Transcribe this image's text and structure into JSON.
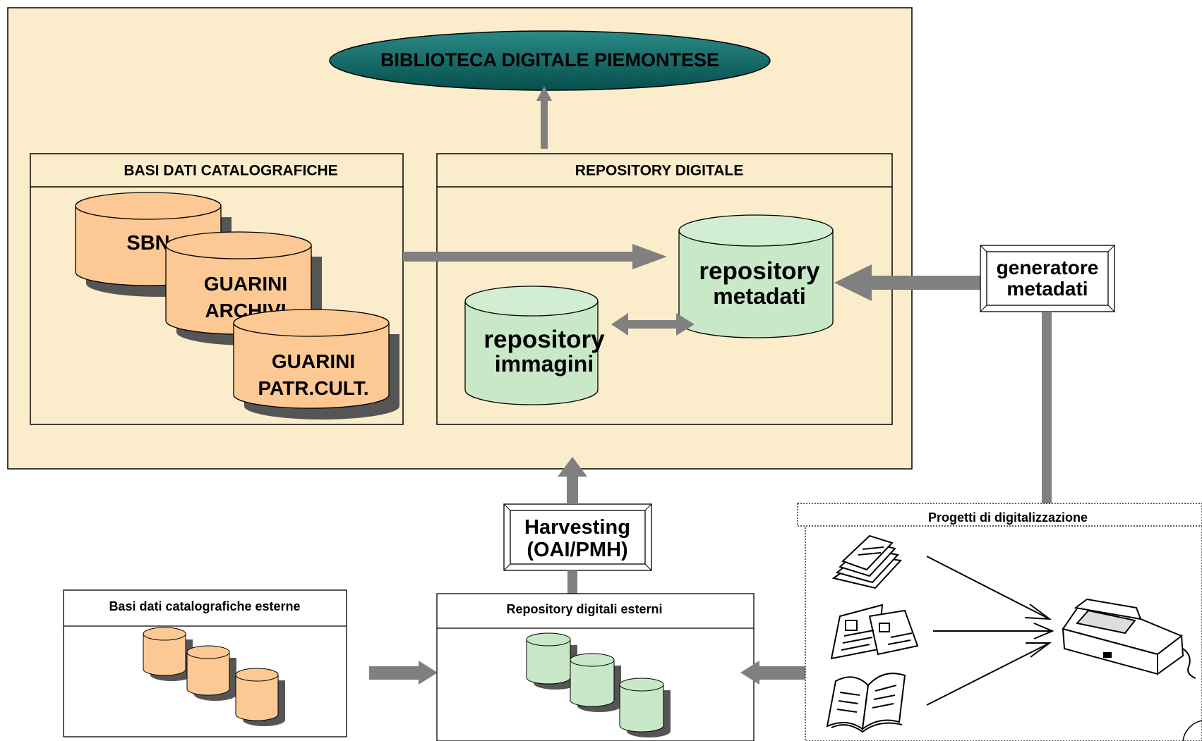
{
  "title": "BIBLIOTECA DIGITALE PIEMONTESE",
  "panels": {
    "catalog": "BASI  DATI  CATALOGRAFICHE",
    "repo": "REPOSITORY DIGITALE",
    "ext_catalog": "Basi dati catalografiche esterne",
    "ext_repo": "Repository digitali esterni",
    "projects": "Progetti di digitalizzazione"
  },
  "databases": {
    "sbn": "SBN",
    "guarini_archivi": [
      "GUARINI",
      "ARCHIVI"
    ],
    "guarini_patr": [
      "GUARINI",
      "PATR.CULT."
    ],
    "repo_metadati": [
      "repository",
      "metadati"
    ],
    "repo_immagini": [
      "repository",
      "immagini"
    ]
  },
  "boxes": {
    "generatore": [
      "generatore",
      "metadati"
    ],
    "harvesting": [
      "Harvesting",
      "(OAI/PMH)"
    ]
  },
  "colors": {
    "main_panel_bg": "#fbeccb",
    "orange_db": "#fcc994",
    "green_db": "#c8e8c8",
    "ellipse": "#0a6b68",
    "arrow": "#808080"
  },
  "icons": [
    "papers-icon",
    "newspaper-icon",
    "open-book-icon",
    "scanner-icon"
  ]
}
